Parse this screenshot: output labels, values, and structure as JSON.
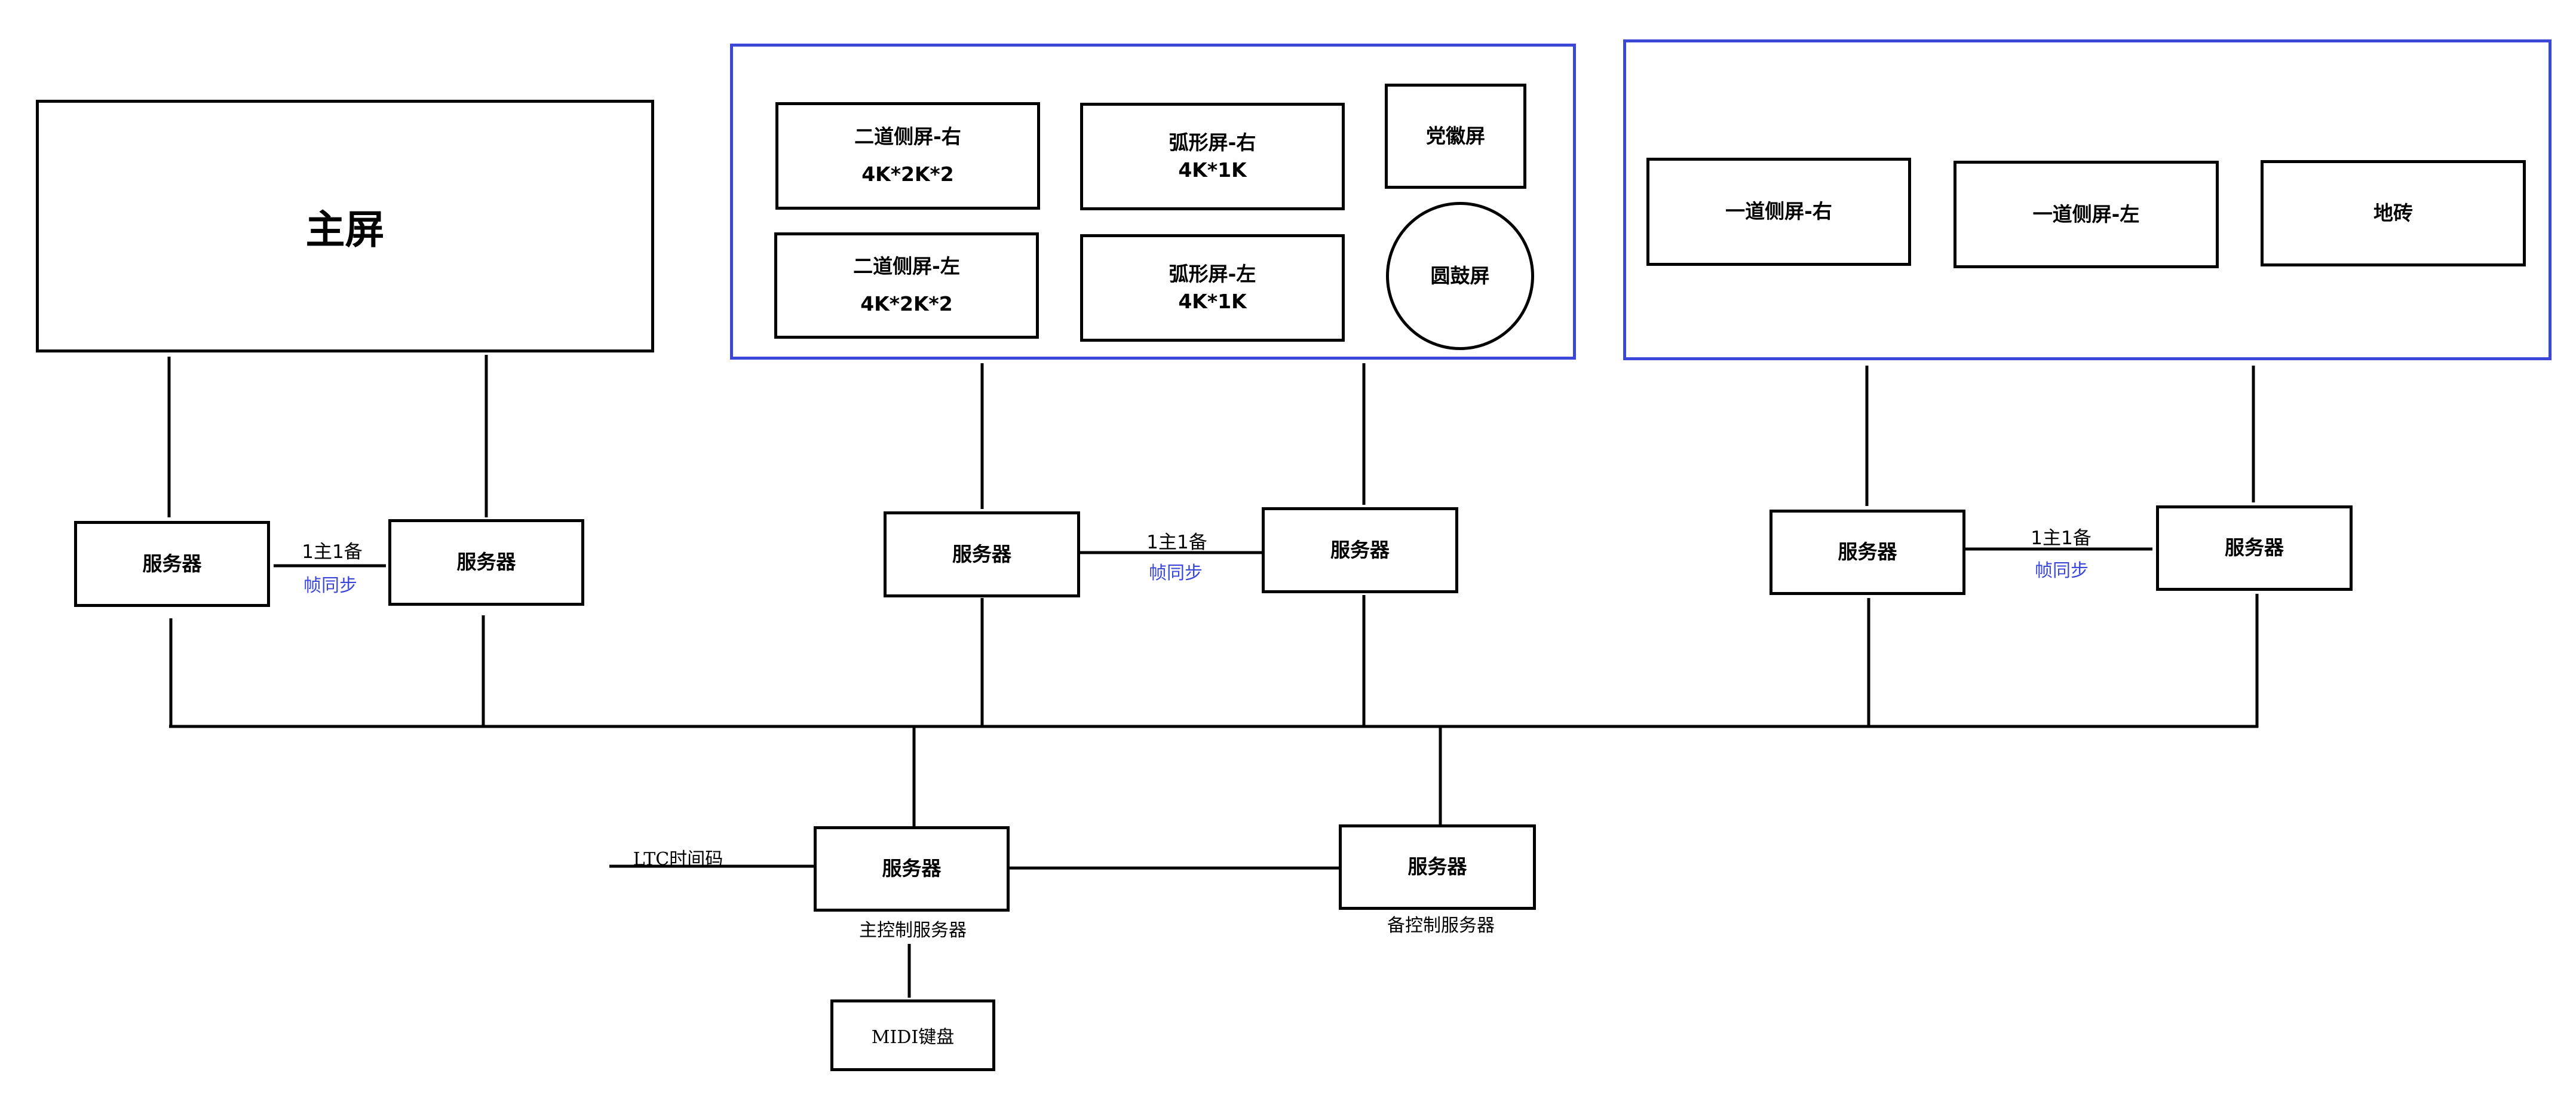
{
  "main_screen": {
    "label": "主屏"
  },
  "group_center": {
    "screens": {
      "second_side_right": {
        "name": "二道侧屏-右",
        "res": "4K*2K*2"
      },
      "second_side_left": {
        "name": "二道侧屏-左",
        "res": "4K*2K*2"
      },
      "arc_right": {
        "name": "弧形屏-右",
        "res": "4K*1K"
      },
      "arc_left": {
        "name": "弧形屏-左",
        "res": "4K*1K"
      },
      "party_emblem": {
        "name": "党徽屏"
      },
      "round_drum": {
        "name": "圆鼓屏"
      }
    }
  },
  "group_right": {
    "screens": {
      "first_side_right": {
        "name": "一道侧屏-右"
      },
      "first_side_left": {
        "name": "一道侧屏-左"
      },
      "floor_tile": {
        "name": "地砖"
      }
    }
  },
  "server_label": "服务器",
  "pair_labels": {
    "backup": "1主1备",
    "sync": "帧同步"
  },
  "control": {
    "main_caption": "主控制服务器",
    "backup_caption": "备控制服务器",
    "ltc": "LTC时间码",
    "midi": "MIDI键盘"
  },
  "colors": {
    "group_border": "#3b47d6",
    "sync_text": "#3b47d6",
    "line": "#000000"
  }
}
